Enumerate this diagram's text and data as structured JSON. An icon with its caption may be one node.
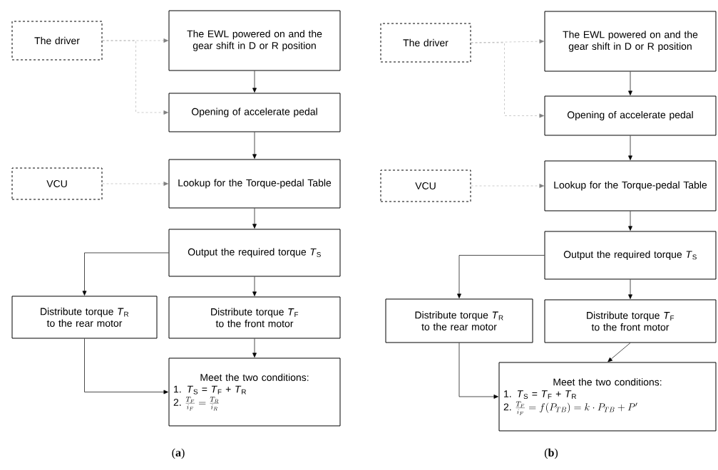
{
  "diagram": {
    "nodes": [
      {
        "text": [
          "The driver"
        ]
      },
      {
        "text": [
          "The EWL powered on and the gear shift in D or R position"
        ]
      },
      {
        "text": [
          "Opening of accelerate pedal"
        ]
      },
      {
        "text": [
          "VCU"
        ]
      },
      {
        "text": [
          "Lookup for the Torque-pedal Table"
        ]
      },
      {
        "text": [
          "Output the required torque *T*$_{S}$"
        ]
      },
      {
        "text": [
          "Distribute torque *T*$_{R}$ to the rear motor"
        ]
      },
      {
        "text": [
          "Distribute torque *T*$_{F}$ to the front motor"
        ]
      },
      {
        "text": [
          "Meet the two conditions:",
          "1. *T*$_{S}$ = *T*$_{F}$ + *T*$_{R}$",
          "2.",
          "\\frac{T_F}{i_F} = \\frac{T_R}{i_R}"
        ]
      },
      {
        "text": [
          "The driver"
        ]
      },
      {
        "text": [
          "The EWL powered on and the gear shift in D or R position"
        ]
      },
      {
        "text": [
          "Opening of accelerate pedal"
        ]
      },
      {
        "text": [
          "VCU"
        ]
      },
      {
        "text": [
          "Lookup for the Torque-pedal Table"
        ]
      },
      {
        "text": [
          "Output the required torque *T*$_{S}$"
        ]
      },
      {
        "text": [
          "Distribute torque *T*$_{R}$ to the rear motor"
        ]
      },
      {
        "text": [
          "Distribute torque *T*$_{F}$ to the front motor"
        ]
      },
      {
        "text": [
          "Meet the two conditions:",
          "1. *T*$_{S}$ = *T*$_{F}$ + *T*$_{R}$",
          "2.",
          "\\frac{T_F}{i_F} = f(P_{TB}) = k \\cdot P_{TB} + P'"
        ]
      }
    ],
    "edges": [
      {
        "from": 0,
        "to": 1,
        "arrow": "to",
        "style": "dashed",
        "color": "#808080"
      },
      {
        "from": 0,
        "to": 2,
        "arrow": "to",
        "style": "dashed",
        "color": "#808080"
      },
      {
        "from": 1,
        "to": 2,
        "arrow": "to"
      },
      {
        "from": 3,
        "to": 4,
        "arrow": "to",
        "style": "dashed",
        "color": "#808080"
      },
      {
        "from": 2,
        "to": 4,
        "arrow": "to"
      },
      {
        "from": 4,
        "to": 5,
        "arrow": "to"
      },
      {
        "from": 5,
        "to": 6,
        "arrow": "to"
      },
      {
        "from": 5,
        "to": 7,
        "arrow": "to"
      },
      {
        "from": 6,
        "to": 8,
        "arrow": "to"
      },
      {
        "from": 7,
        "to": 8,
        "arrow": "to"
      },
      {
        "from": 9,
        "to": 10,
        "arrow": "to",
        "style": "dashed",
        "color": "#808080"
      },
      {
        "from": 9,
        "to": 11,
        "arrow": "to",
        "style": "dashed",
        "color": "#808080"
      },
      {
        "from": 10,
        "to": 11,
        "arrow": "to"
      },
      {
        "from": 12,
        "to": 13,
        "arrow": "to",
        "style": "dashed",
        "color": "#808080"
      },
      {
        "from": 11,
        "to": 13,
        "arrow": "to"
      },
      {
        "from": 13,
        "to": 14,
        "arrow": "to"
      },
      {
        "from": 14,
        "to": 15,
        "arrow": "to"
      },
      {
        "from": 14,
        "to": 16,
        "arrow": "to"
      },
      {
        "from": 15,
        "to": 17,
        "arrow": "to"
      },
      {
        "from": 16,
        "to": 17,
        "arrow": "to"
      }
    ],
    "labels": [
      "(**a**)",
      "(**b**)"
    ]
  }
}
